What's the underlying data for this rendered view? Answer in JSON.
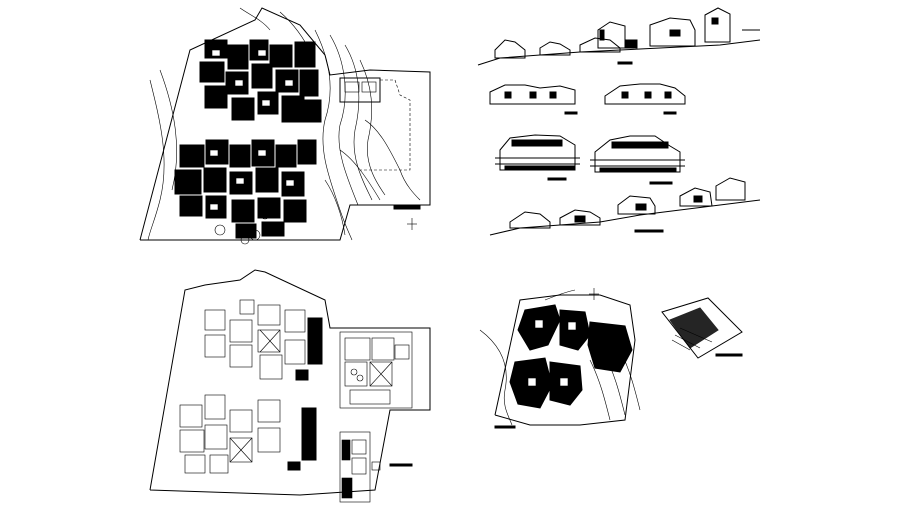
{
  "sheet": {
    "background": "#ffffff",
    "line_color": "#000000",
    "drawings": [
      {
        "id": "site-plan-top",
        "kind": "site plan with contours"
      },
      {
        "id": "elevations-sections",
        "kind": "building elevations and site sections"
      },
      {
        "id": "ground-floor-plan",
        "kind": "floor plan"
      },
      {
        "id": "site-plan-small",
        "kind": "site plan"
      },
      {
        "id": "location-key-plan",
        "kind": "key plan"
      }
    ],
    "icons": [
      "north-arrow-icon",
      "tree-icon"
    ]
  }
}
